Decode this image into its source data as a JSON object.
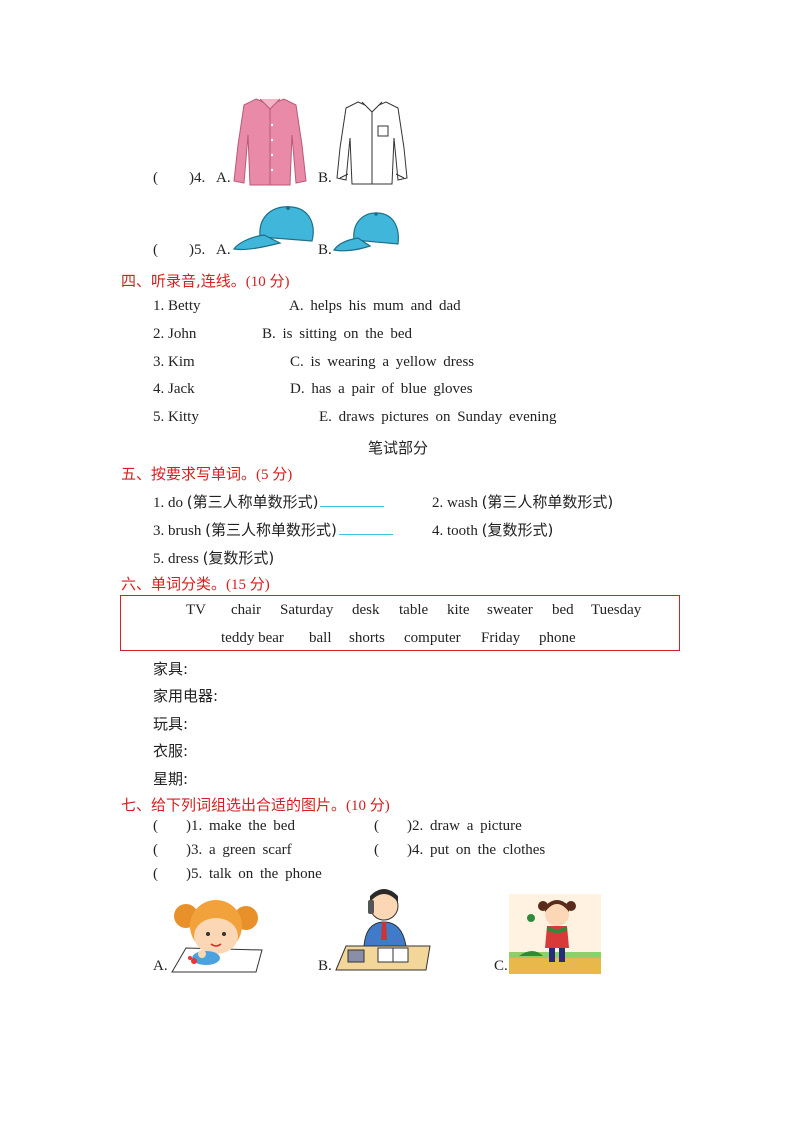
{
  "q4": {
    "paren": "(",
    "paren_close": ")4.",
    "a": "A.",
    "b": "B."
  },
  "q5": {
    "paren": "(",
    "paren_close": ")5.",
    "a": "A.",
    "b": "B."
  },
  "sec4": {
    "title": "四、听录音,连线。",
    "points": "(10 分)",
    "left": [
      "1. Betty",
      "2. John",
      "3. Kim",
      "4. Jack",
      "5. Kitty"
    ],
    "right": [
      "A. helps his mum and dad",
      "B. is sitting on the bed",
      "C. is wearing a yellow dress",
      "D. has a pair of blue gloves",
      "E. draws pictures on Sunday evening"
    ]
  },
  "written_title": "笔试部分",
  "sec5": {
    "title": "五、按要求写单词。",
    "points": "(5 分)",
    "items": [
      {
        "word": "1. do",
        "hint": "(第三人称单数形式)"
      },
      {
        "word": "2. wash",
        "hint": "(第三人称单数形式)"
      },
      {
        "word": "3. brush",
        "hint": "(第三人称单数形式)"
      },
      {
        "word": "4. tooth",
        "hint": "(复数形式)"
      },
      {
        "word": "5. dress",
        "hint": "(复数形式)"
      }
    ]
  },
  "sec6": {
    "title": "六、单词分类。",
    "points": "(15 分)",
    "words_row1": [
      "TV",
      "chair",
      "Saturday",
      "desk",
      "table",
      "kite",
      "sweater",
      "bed",
      "Tuesday"
    ],
    "words_row2": [
      "teddy bear",
      "ball",
      "shorts",
      "computer",
      "Friday",
      "phone"
    ],
    "categories": [
      "家具:",
      "家用电器:",
      "玩具:",
      "衣服:",
      "星期:"
    ]
  },
  "sec7": {
    "title": "七、给下列词组选出合适的图片。",
    "points": "(10 分)",
    "items": [
      {
        "paren": "(",
        "num": ")1.",
        "text": "make the bed"
      },
      {
        "paren": "(",
        "num": ")2.",
        "text": "draw a picture"
      },
      {
        "paren": "(",
        "num": ")3.",
        "text": "a green scarf"
      },
      {
        "paren": "(",
        "num": ")4.",
        "text": "put on the clothes"
      },
      {
        "paren": "(",
        "num": ")5.",
        "text": "talk on the phone"
      }
    ],
    "options": [
      "A.",
      "B.",
      "C."
    ]
  },
  "colors": {
    "heading": "#d62020",
    "cap": "#3fb6da",
    "shirt_pink": "#e98aa8",
    "blank_line": "#3cc4e0"
  }
}
